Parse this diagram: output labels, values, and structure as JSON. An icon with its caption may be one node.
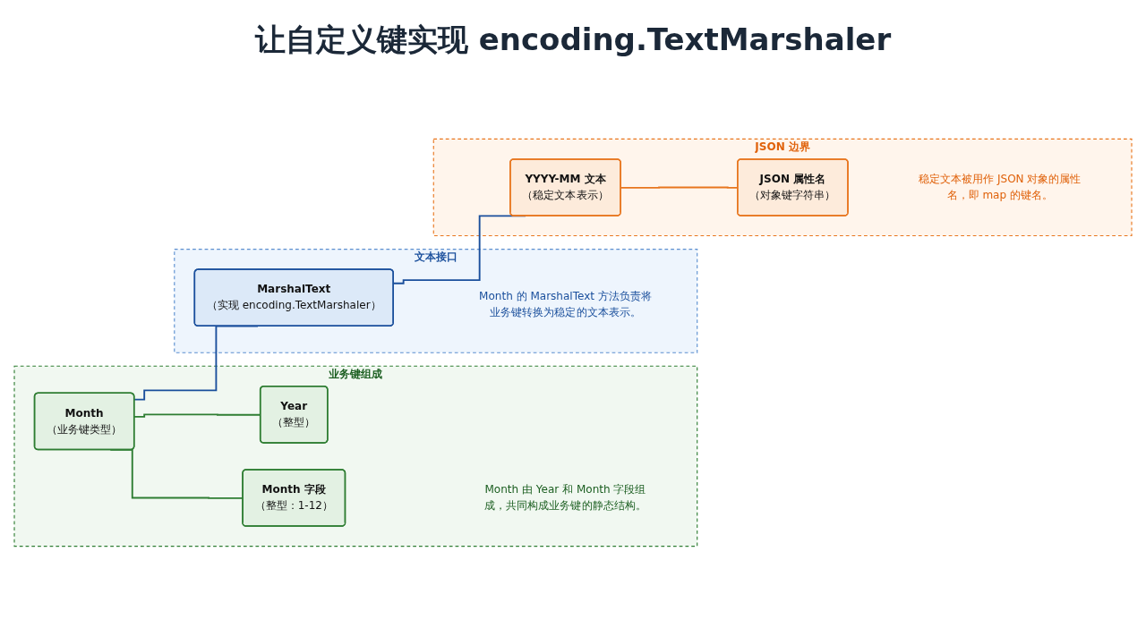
{
  "diagram": {
    "title": "让自定义键实现 encoding.TextMarshaler",
    "nodes": [
      {
        "text": [
          "业务键组成",
          "Month 由 Year 和 Month 字段组成，共同构成业务键的静态结构。"
        ]
      },
      {
        "text": [
          "Month",
          "（业务键类型）"
        ],
        "in": 0
      },
      {
        "text": [
          "Year",
          "（整型）"
        ],
        "in": 0
      },
      {
        "text": [
          "Month 字段",
          "（整型：1-12）"
        ],
        "in": 0
      },
      {
        "text": [
          "文本接口",
          "Month 的 MarshalText 方法负责将业务键转换为稳定的文本表示。"
        ]
      },
      {
        "text": [
          "MarshalText",
          "（实现 encoding.TextMarshaler）"
        ],
        "in": 4
      },
      {
        "text": [
          "JSON 边界",
          "稳定文本被用作 JSON 对象的属性名，即 map 的键名。"
        ]
      },
      {
        "text": [
          "YYYY-MM 文本",
          "（稳定文本表示）"
        ],
        "in": 6
      },
      {
        "text": [
          "JSON 属性名",
          "（对象键字符串）"
        ],
        "in": 6
      }
    ],
    "edges": [
      {
        "from": 1,
        "to": 2,
        "arrow": "none",
        "color": "#2e7d32"
      },
      {
        "from": 1,
        "to": 3,
        "arrow": "none",
        "color": "#2e7d32"
      },
      {
        "from": 1,
        "to": 5,
        "arrow": "none",
        "color": "#1a4f9c"
      },
      {
        "from": 5,
        "to": 7,
        "arrow": "none",
        "color": "#1a4f9c"
      },
      {
        "from": 7,
        "to": 8,
        "arrow": "none",
        "color": "#e8761e"
      }
    ]
  }
}
